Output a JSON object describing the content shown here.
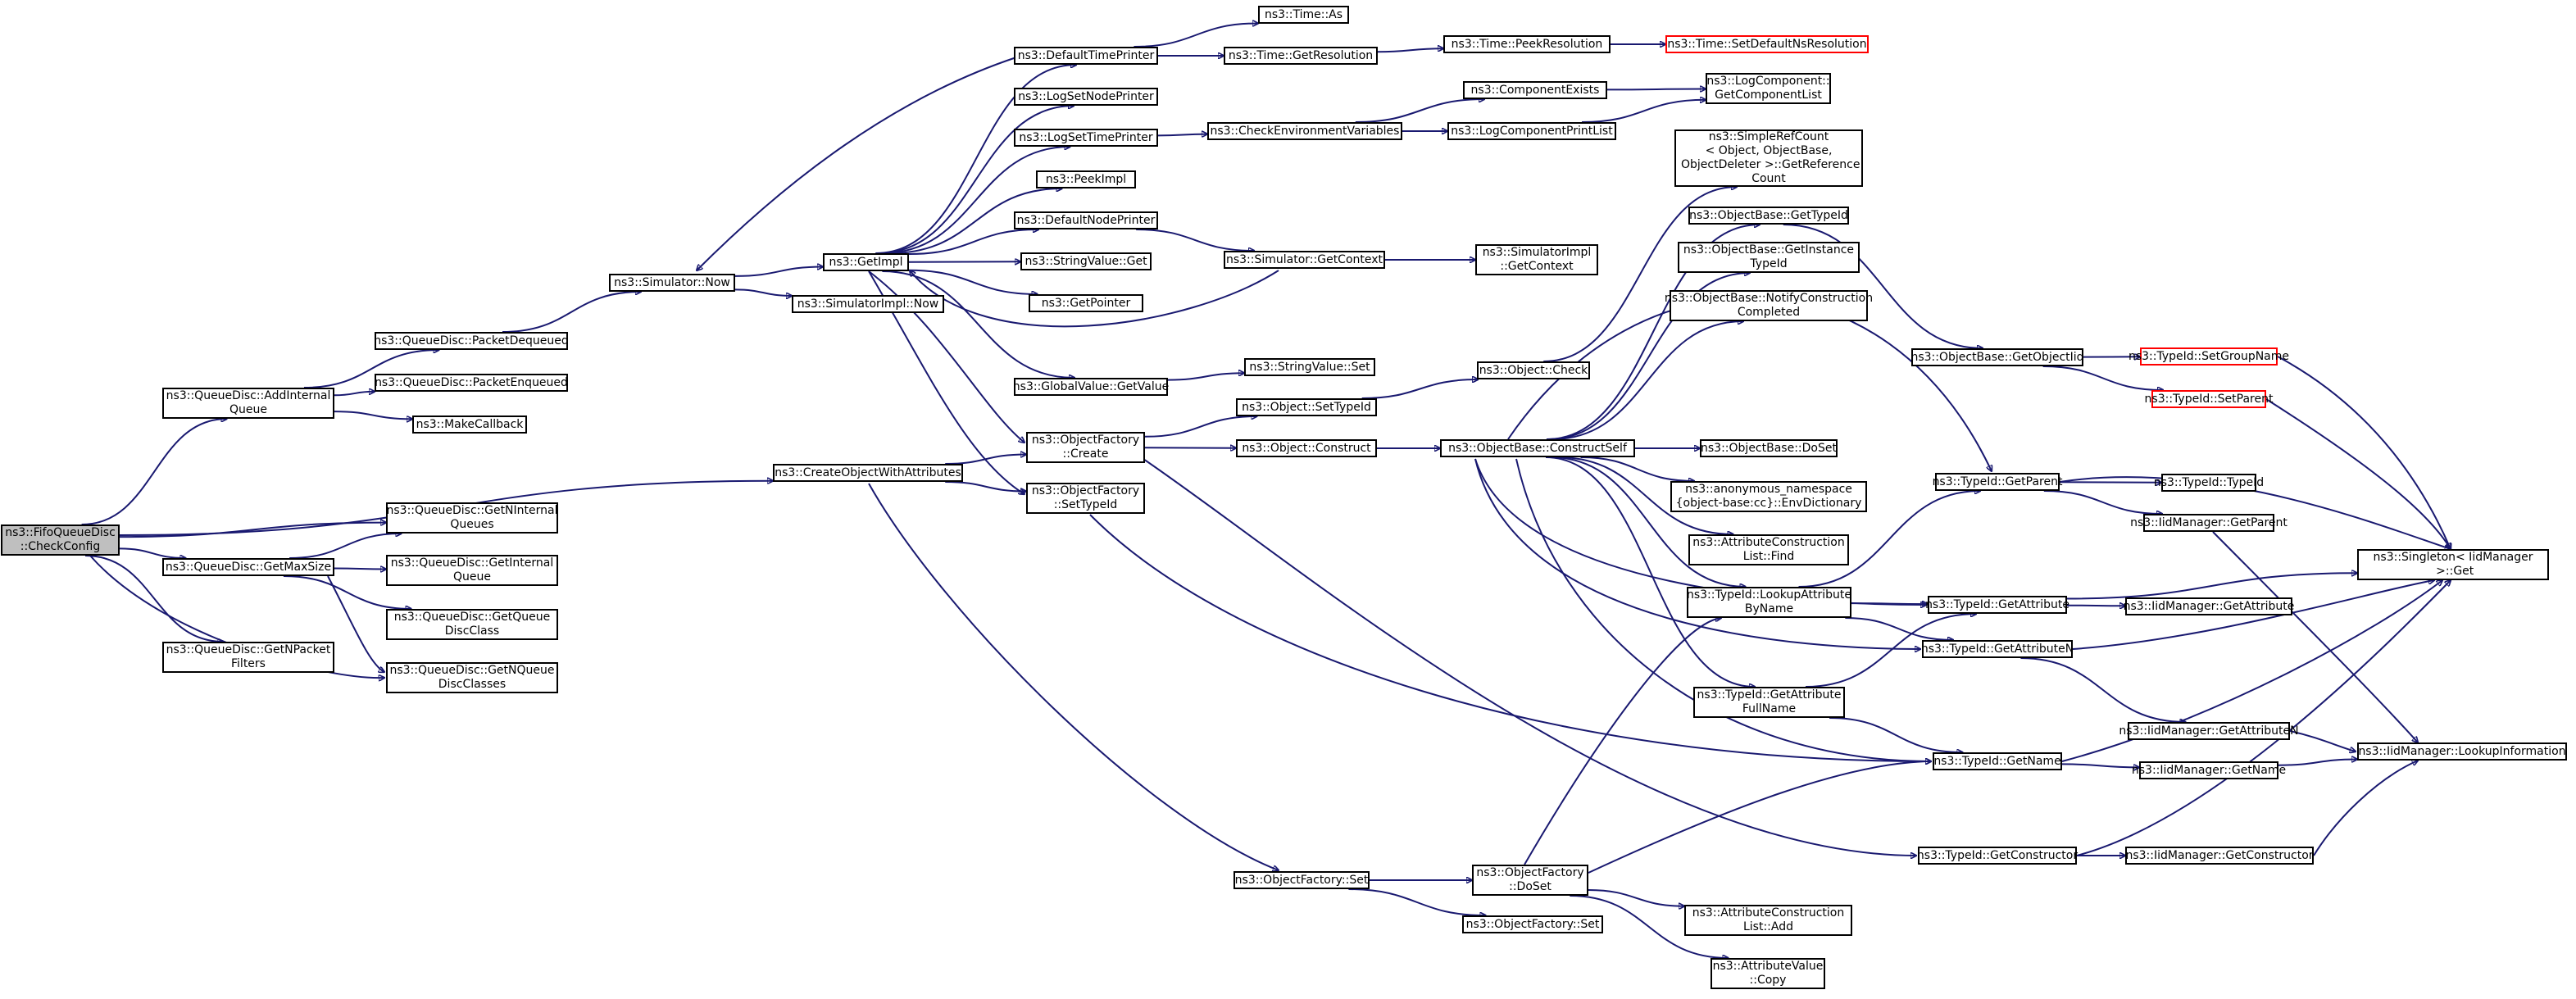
{
  "graph": {
    "nodes": [
      {
        "id": "n0",
        "label": "ns3::FifoQueueDisc\n::CheckConfig",
        "root": true
      },
      {
        "id": "n1",
        "label": "ns3::QueueDisc::AddInternal\nQueue"
      },
      {
        "id": "n2",
        "label": "ns3::CreateObjectWithAttributes"
      },
      {
        "id": "n3",
        "label": "ns3::QueueDisc::GetNInternal\nQueues"
      },
      {
        "id": "n4",
        "label": "ns3::QueueDisc::GetMaxSize"
      },
      {
        "id": "n5",
        "label": "ns3::QueueDisc::GetNPacket\nFilters"
      },
      {
        "id": "n6",
        "label": "ns3::QueueDisc::GetNQueue\nDiscClasses"
      },
      {
        "id": "n7",
        "label": "ns3::QueueDisc::PacketDequeued"
      },
      {
        "id": "n8",
        "label": "ns3::QueueDisc::PacketEnqueued"
      },
      {
        "id": "n9",
        "label": "ns3::MakeCallback"
      },
      {
        "id": "n10",
        "label": "ns3::Simulator::Now"
      },
      {
        "id": "n11",
        "label": "ns3::GetImpl"
      },
      {
        "id": "n12",
        "label": "ns3::SimulatorImpl::Now"
      },
      {
        "id": "n13",
        "label": "ns3::DefaultTimePrinter"
      },
      {
        "id": "n14",
        "label": "ns3::LogSetNodePrinter"
      },
      {
        "id": "n15",
        "label": "ns3::LogSetTimePrinter"
      },
      {
        "id": "n16",
        "label": "ns3::PeekImpl"
      },
      {
        "id": "n17",
        "label": "ns3::DefaultNodePrinter"
      },
      {
        "id": "n18",
        "label": "ns3::StringValue::Get"
      },
      {
        "id": "n19",
        "label": "ns3::GetPointer"
      },
      {
        "id": "n20",
        "label": "ns3::GlobalValue::GetValue"
      },
      {
        "id": "n21",
        "label": "ns3::ObjectFactory\n::Create"
      },
      {
        "id": "n22",
        "label": "ns3::ObjectFactory\n::SetTypeId"
      },
      {
        "id": "n23",
        "label": "ns3::ObjectFactory::Set"
      },
      {
        "id": "n24",
        "label": "ns3::QueueDisc::GetInternal\nQueue"
      },
      {
        "id": "n25",
        "label": "ns3::QueueDisc::GetQueue\nDiscClass"
      },
      {
        "id": "n26",
        "label": "ns3::Time::As"
      },
      {
        "id": "n27",
        "label": "ns3::Time::GetResolution"
      },
      {
        "id": "n28",
        "label": "ns3::Time::PeekResolution"
      },
      {
        "id": "n29",
        "label": "ns3::Time::SetDefaultNsResolution",
        "red": true
      },
      {
        "id": "n30",
        "label": "ns3::CheckEnvironmentVariables"
      },
      {
        "id": "n31",
        "label": "ns3::ComponentExists"
      },
      {
        "id": "n32",
        "label": "ns3::LogComponentPrintList"
      },
      {
        "id": "n33",
        "label": "ns3::LogComponent::\nGetComponentList"
      },
      {
        "id": "n34",
        "label": "ns3::Simulator::GetContext"
      },
      {
        "id": "n35",
        "label": "ns3::SimulatorImpl\n::GetContext"
      },
      {
        "id": "n36",
        "label": "ns3::StringValue::Set"
      },
      {
        "id": "n37",
        "label": "ns3::Object::SetTypeId"
      },
      {
        "id": "n38",
        "label": "ns3::Object::Check"
      },
      {
        "id": "n39",
        "label": "ns3::Object::Construct"
      },
      {
        "id": "n40",
        "label": "ns3::ObjectBase::ConstructSelf"
      },
      {
        "id": "n41",
        "label": "ns3::SimpleRefCount\n< Object, ObjectBase,\n ObjectDeleter >::GetReference\nCount"
      },
      {
        "id": "n42",
        "label": "ns3::ObjectBase::GetTypeId"
      },
      {
        "id": "n43",
        "label": "ns3::ObjectBase::GetInstance\nTypeId"
      },
      {
        "id": "n44",
        "label": "ns3::ObjectBase::NotifyConstruction\nCompleted"
      },
      {
        "id": "n45",
        "label": "ns3::ObjectBase::DoSet"
      },
      {
        "id": "n46",
        "label": "ns3::anonymous_namespace\n{object-base:cc}::EnvDictionary"
      },
      {
        "id": "n47",
        "label": "ns3::AttributeConstruction\nList::Find"
      },
      {
        "id": "n48",
        "label": "ns3::TypeId::LookupAttribute\nByName"
      },
      {
        "id": "n49",
        "label": "ns3::TypeId::GetAttribute\nFullName"
      },
      {
        "id": "n50",
        "label": "ns3::ObjectFactory\n::DoSet"
      },
      {
        "id": "n51",
        "label": "ns3::ObjectFactory::Set"
      },
      {
        "id": "n52",
        "label": "ns3::AttributeConstruction\nList::Add"
      },
      {
        "id": "n53",
        "label": "ns3::AttributeValue\n::Copy"
      },
      {
        "id": "n54",
        "label": "ns3::ObjectBase::GetObjectIid"
      },
      {
        "id": "n55",
        "label": "ns3::TypeId::GetParent"
      },
      {
        "id": "n56",
        "label": "ns3::TypeId::GetAttribute"
      },
      {
        "id": "n57",
        "label": "ns3::TypeId::GetAttributeN"
      },
      {
        "id": "n58",
        "label": "ns3::TypeId::GetName"
      },
      {
        "id": "n59",
        "label": "ns3::TypeId::GetConstructor"
      },
      {
        "id": "n60",
        "label": "ns3::TypeId::SetGroupName",
        "red": true
      },
      {
        "id": "n61",
        "label": "ns3::TypeId::SetParent",
        "red": true
      },
      {
        "id": "n62",
        "label": "ns3::TypeId::TypeId"
      },
      {
        "id": "n63",
        "label": "ns3::IidManager::GetParent"
      },
      {
        "id": "n64",
        "label": "ns3::IidManager::GetAttribute"
      },
      {
        "id": "n65",
        "label": "ns3::IidManager::GetAttributeN"
      },
      {
        "id": "n66",
        "label": "ns3::IidManager::GetName"
      },
      {
        "id": "n67",
        "label": "ns3::IidManager::GetConstructor"
      },
      {
        "id": "n68",
        "label": "ns3::Singleton< IidManager\n >::Get"
      },
      {
        "id": "n69",
        "label": "ns3::IidManager::LookupInformation"
      }
    ],
    "edges": [
      [
        "n0",
        "n1"
      ],
      [
        "n0",
        "n2"
      ],
      [
        "n0",
        "n3"
      ],
      [
        "n0",
        "n4"
      ],
      [
        "n0",
        "n5"
      ],
      [
        "n0",
        "n6"
      ],
      [
        "n1",
        "n7"
      ],
      [
        "n1",
        "n8"
      ],
      [
        "n1",
        "n9"
      ],
      [
        "n7",
        "n10"
      ],
      [
        "n10",
        "n11"
      ],
      [
        "n10",
        "n12"
      ],
      [
        "n11",
        "n13"
      ],
      [
        "n11",
        "n14"
      ],
      [
        "n11",
        "n15"
      ],
      [
        "n11",
        "n16"
      ],
      [
        "n11",
        "n17"
      ],
      [
        "n11",
        "n18"
      ],
      [
        "n11",
        "n19"
      ],
      [
        "n11",
        "n20"
      ],
      [
        "n11",
        "n21"
      ],
      [
        "n11",
        "n22"
      ],
      [
        "n13",
        "n10"
      ],
      [
        "n13",
        "n26"
      ],
      [
        "n13",
        "n27"
      ],
      [
        "n27",
        "n28"
      ],
      [
        "n28",
        "n29"
      ],
      [
        "n15",
        "n30"
      ],
      [
        "n30",
        "n31"
      ],
      [
        "n30",
        "n32"
      ],
      [
        "n31",
        "n33"
      ],
      [
        "n32",
        "n33"
      ],
      [
        "n17",
        "n34"
      ],
      [
        "n34",
        "n35"
      ],
      [
        "n34",
        "n11"
      ],
      [
        "n20",
        "n36"
      ],
      [
        "n2",
        "n21"
      ],
      [
        "n2",
        "n22"
      ],
      [
        "n2",
        "n23"
      ],
      [
        "n4",
        "n3"
      ],
      [
        "n4",
        "n24"
      ],
      [
        "n4",
        "n25"
      ],
      [
        "n4",
        "n6"
      ],
      [
        "n21",
        "n37"
      ],
      [
        "n21",
        "n39"
      ],
      [
        "n21",
        "n59"
      ],
      [
        "n37",
        "n38"
      ],
      [
        "n38",
        "n41"
      ],
      [
        "n39",
        "n40"
      ],
      [
        "n40",
        "n42"
      ],
      [
        "n40",
        "n43"
      ],
      [
        "n40",
        "n44"
      ],
      [
        "n40",
        "n45"
      ],
      [
        "n40",
        "n46"
      ],
      [
        "n40",
        "n47"
      ],
      [
        "n40",
        "n48"
      ],
      [
        "n40",
        "n49"
      ],
      [
        "n40",
        "n55"
      ],
      [
        "n40",
        "n56"
      ],
      [
        "n40",
        "n57"
      ],
      [
        "n40",
        "n58"
      ],
      [
        "n42",
        "n54"
      ],
      [
        "n54",
        "n60"
      ],
      [
        "n54",
        "n61"
      ],
      [
        "n60",
        "n68"
      ],
      [
        "n61",
        "n68"
      ],
      [
        "n55",
        "n62"
      ],
      [
        "n55",
        "n63"
      ],
      [
        "n55",
        "n68"
      ],
      [
        "n63",
        "n69"
      ],
      [
        "n48",
        "n55"
      ],
      [
        "n48",
        "n56"
      ],
      [
        "n48",
        "n57"
      ],
      [
        "n49",
        "n56"
      ],
      [
        "n49",
        "n58"
      ],
      [
        "n56",
        "n64"
      ],
      [
        "n56",
        "n68"
      ],
      [
        "n57",
        "n65"
      ],
      [
        "n57",
        "n68"
      ],
      [
        "n65",
        "n69"
      ],
      [
        "n58",
        "n66"
      ],
      [
        "n58",
        "n68"
      ],
      [
        "n66",
        "n69"
      ],
      [
        "n59",
        "n67"
      ],
      [
        "n59",
        "n68"
      ],
      [
        "n67",
        "n69"
      ],
      [
        "n22",
        "n58"
      ],
      [
        "n23",
        "n50"
      ],
      [
        "n23",
        "n51"
      ],
      [
        "n50",
        "n48"
      ],
      [
        "n50",
        "n52"
      ],
      [
        "n50",
        "n53"
      ],
      [
        "n50",
        "n58"
      ]
    ]
  }
}
